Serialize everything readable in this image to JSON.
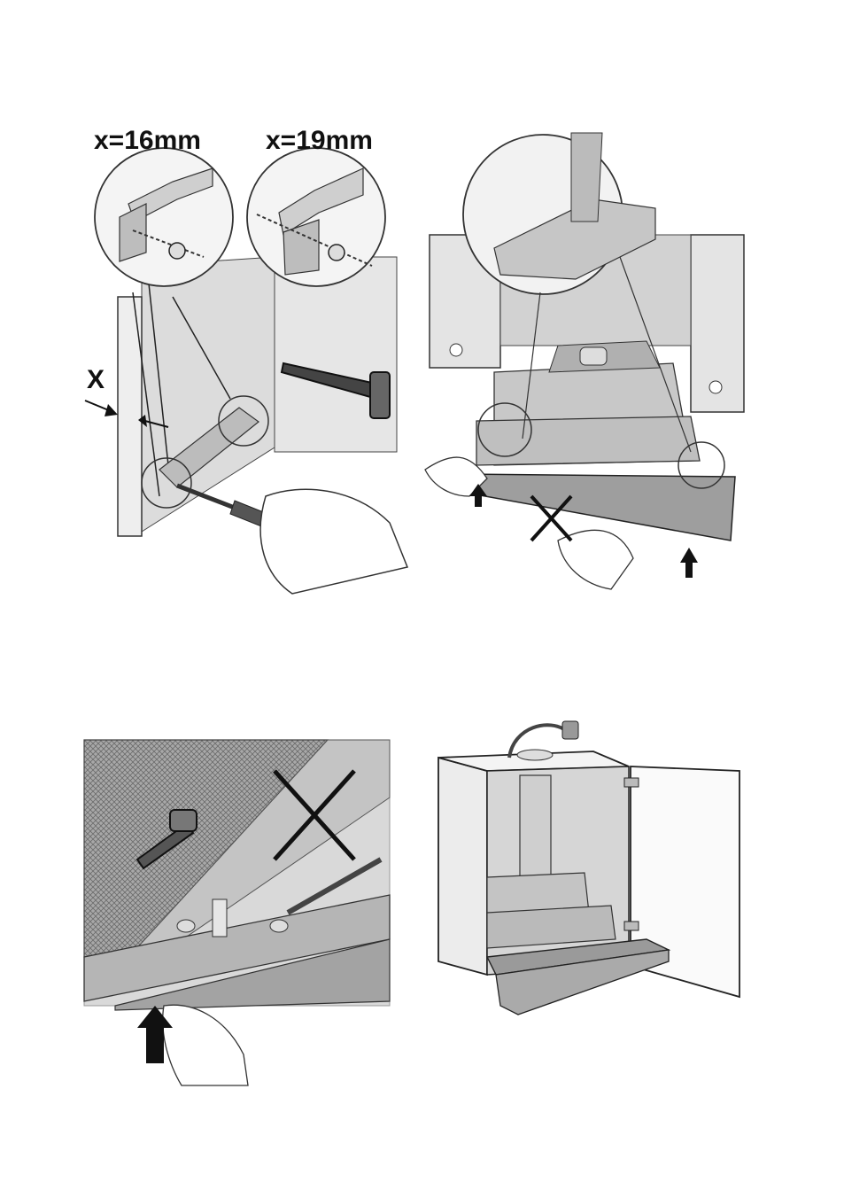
{
  "figure1": {
    "label_left": "x=16mm",
    "label_right": "x=19mm",
    "label_gap": "X"
  }
}
